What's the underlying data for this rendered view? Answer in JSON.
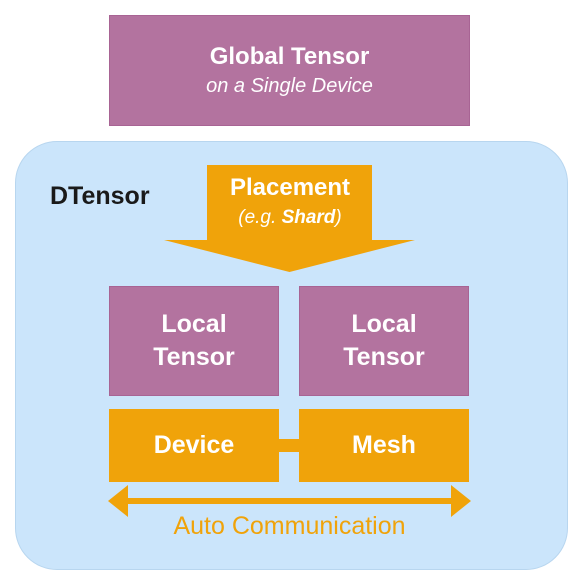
{
  "global_tensor": {
    "title": "Global Tensor",
    "subtitle": "on a Single Device"
  },
  "dtensor": {
    "label": "DTensor"
  },
  "placement": {
    "title": "Placement",
    "example_prefix": "(e.g. ",
    "example_emphasis": "Shard",
    "example_suffix": ")"
  },
  "local_tensors": [
    {
      "line1": "Local",
      "line2": "Tensor"
    },
    {
      "line1": "Local",
      "line2": "Tensor"
    }
  ],
  "device_mesh": {
    "left_label": "Device",
    "right_label": "Mesh"
  },
  "communication": {
    "label": "Auto Communication"
  },
  "colors": {
    "purple": "#b3739f",
    "orange": "#f0a30a",
    "region_blue": "#cbe5fb",
    "white_text": "#ffffff",
    "dark_text": "#1a1a1a"
  }
}
